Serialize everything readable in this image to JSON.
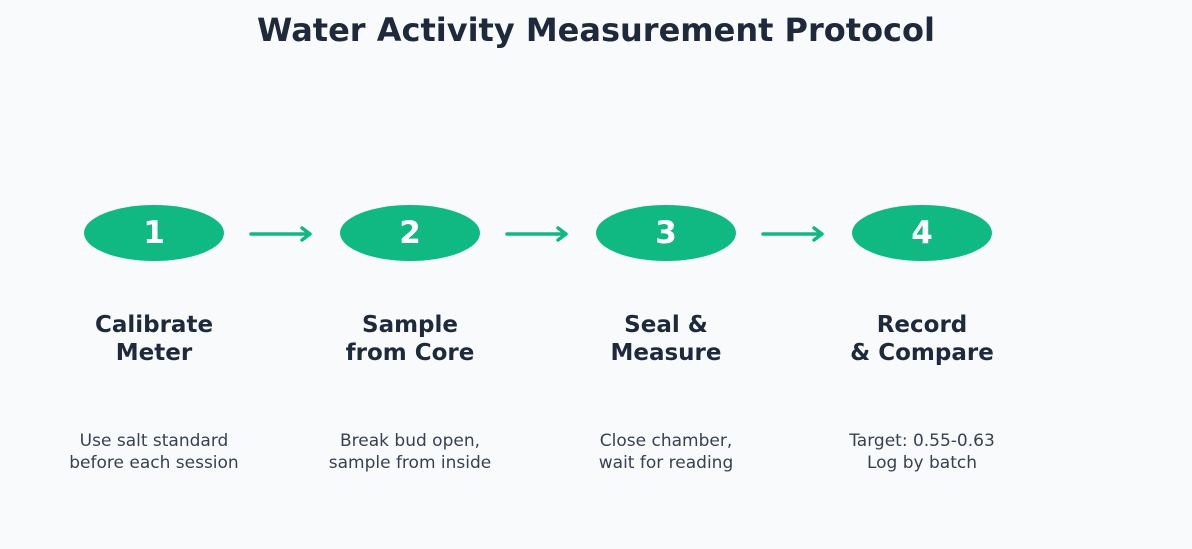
{
  "title": "Water Activity Measurement Protocol",
  "accent_color": "#10b981",
  "arrow_icon": "arrow-right-icon",
  "steps": [
    {
      "number": "1",
      "title_lines": [
        "Calibrate",
        "Meter"
      ],
      "desc_lines": [
        "Use salt standard",
        "before each session"
      ]
    },
    {
      "number": "2",
      "title_lines": [
        "Sample",
        "from Core"
      ],
      "desc_lines": [
        "Break bud open,",
        "sample from inside"
      ]
    },
    {
      "number": "3",
      "title_lines": [
        "Seal &",
        "Measure"
      ],
      "desc_lines": [
        "Close chamber,",
        "wait for reading"
      ]
    },
    {
      "number": "4",
      "title_lines": [
        "Record",
        "& Compare"
      ],
      "desc_lines": [
        "Target: 0.55-0.63",
        "Log by batch"
      ]
    }
  ]
}
